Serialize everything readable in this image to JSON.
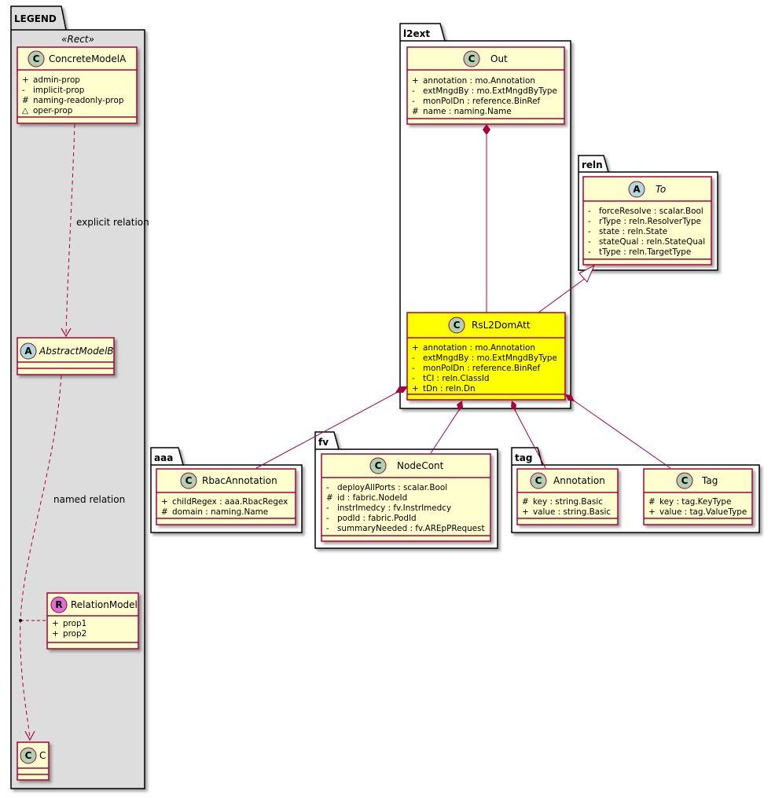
{
  "colors": {
    "class_fill": "#FEFECE",
    "class_border": "#A80036",
    "highlight_fill": "#FFFF00",
    "legend_fill": "#DDDDDD",
    "edge": "#A80036",
    "circle_class": "#ADD1B2",
    "circle_abstract": "#A9DCDF",
    "circle_relation": "#DA70D6"
  },
  "legend": {
    "title": "LEGEND",
    "stereotype": "«Rect»",
    "concrete": {
      "name": "ConcreteModelA",
      "badge": "C",
      "attrs": [
        {
          "vis": "+",
          "text": "admin-prop"
        },
        {
          "vis": "-",
          "text": "implicit-prop"
        },
        {
          "vis": "#",
          "text": "naming-readonly-prop"
        },
        {
          "vis": "~",
          "text": "oper-prop"
        }
      ]
    },
    "abstract": {
      "name": "AbstractModelB",
      "badge": "A"
    },
    "relation": {
      "name": "RelationModel",
      "badge": "R",
      "attrs": [
        {
          "vis": "+",
          "text": "prop1"
        },
        {
          "vis": "+",
          "text": "prop2"
        }
      ]
    },
    "target": {
      "name": "C",
      "badge": "C"
    },
    "explicit_label": "explicit relation",
    "named_label": "named relation"
  },
  "packages": {
    "l2ext": "l2ext",
    "reln": "reln",
    "aaa": "aaa",
    "fv": "fv",
    "tag": "tag"
  },
  "classes": {
    "out": {
      "name": "Out",
      "badge": "C",
      "attrs": [
        {
          "vis": "+",
          "text": "annotation : mo.Annotation"
        },
        {
          "vis": "-",
          "text": "extMngdBy : mo.ExtMngdByType"
        },
        {
          "vis": "-",
          "text": "monPolDn : reference.BinRef"
        },
        {
          "vis": "#",
          "text": "name : naming.Name"
        }
      ]
    },
    "to": {
      "name": "To",
      "badge": "A",
      "attrs": [
        {
          "vis": "-",
          "text": "forceResolve : scalar.Bool"
        },
        {
          "vis": "-",
          "text": "rType : reln.ResolverType"
        },
        {
          "vis": "-",
          "text": "state : reln.State"
        },
        {
          "vis": "-",
          "text": "stateQual : reln.StateQual"
        },
        {
          "vis": "-",
          "text": "tType : reln.TargetType"
        }
      ]
    },
    "rsl2domatt": {
      "name": "RsL2DomAtt",
      "badge": "C",
      "attrs": [
        {
          "vis": "+",
          "text": "annotation : mo.Annotation"
        },
        {
          "vis": "-",
          "text": "extMngdBy : mo.ExtMngdByType"
        },
        {
          "vis": "-",
          "text": "monPolDn : reference.BinRef"
        },
        {
          "vis": "-",
          "text": "tCl : reln.ClassId"
        },
        {
          "vis": "+",
          "text": "tDn : reln.Dn"
        }
      ]
    },
    "rbac": {
      "name": "RbacAnnotation",
      "badge": "C",
      "attrs": [
        {
          "vis": "+",
          "text": "childRegex : aaa.RbacRegex"
        },
        {
          "vis": "#",
          "text": "domain : naming.Name"
        }
      ]
    },
    "nodecont": {
      "name": "NodeCont",
      "badge": "C",
      "attrs": [
        {
          "vis": "-",
          "text": "deployAllPorts : scalar.Bool"
        },
        {
          "vis": "#",
          "text": "id : fabric.NodeId"
        },
        {
          "vis": "-",
          "text": "instrImedcy : fv.InstrImedcy"
        },
        {
          "vis": "-",
          "text": "podId : fabric.PodId"
        },
        {
          "vis": "-",
          "text": "summaryNeeded : fv.AREpPRequest"
        }
      ]
    },
    "annotation": {
      "name": "Annotation",
      "badge": "C",
      "attrs": [
        {
          "vis": "#",
          "text": "key : string.Basic"
        },
        {
          "vis": "+",
          "text": "value : string.Basic"
        }
      ]
    },
    "tag": {
      "name": "Tag",
      "badge": "C",
      "attrs": [
        {
          "vis": "#",
          "text": "key : tag.KeyType"
        },
        {
          "vis": "+",
          "text": "value : tag.ValueType"
        }
      ]
    }
  }
}
